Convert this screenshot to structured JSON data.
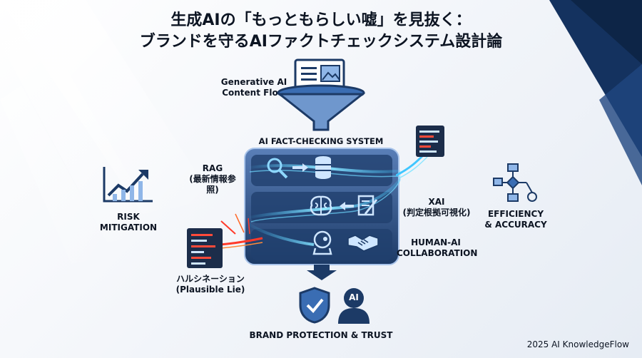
{
  "title": {
    "line1": "生成AIの「もっともらしい嘘」を見抜く：",
    "line2": "ブランドを守るAIファクトチェックシステム設計論"
  },
  "input": {
    "label_line1": "Generative AI",
    "label_line2": "Content Flow"
  },
  "system": {
    "label": "AI FACT-CHECKING SYSTEM"
  },
  "rag": {
    "line1": "RAG",
    "line2": "(最新情報参照)"
  },
  "xai": {
    "line1": "XAI",
    "line2": "(判定根拠可視化)"
  },
  "human_ai": {
    "line1": "HUMAN-AI",
    "line2": "COLLABORATION"
  },
  "hallucination": {
    "line1": "ハルシネーション",
    "line2": "(Plausible Lie)"
  },
  "risk": {
    "line1": "RISK",
    "line2": "MITIGATION"
  },
  "efficiency": {
    "line1": "EFFICIENCY",
    "line2": "& ACCURACY"
  },
  "output": {
    "label": "BRAND PROTECTION & TRUST",
    "ai_badge": "AI"
  },
  "footer": "2025 AI KnowledgeFlow",
  "colors": {
    "navy": "#1c3a66",
    "cyan": "#3fc6ff",
    "red": "#ff3a2a",
    "panel": "#2b4f86"
  },
  "icons": [
    "funnel-icon",
    "search-icon",
    "database-icon",
    "brain-icon",
    "document-check-icon",
    "robot-head-icon",
    "handshake-icon",
    "shield-check-icon",
    "person-ai-icon",
    "growth-chart-icon",
    "flowchart-icon",
    "code-document-icon"
  ]
}
